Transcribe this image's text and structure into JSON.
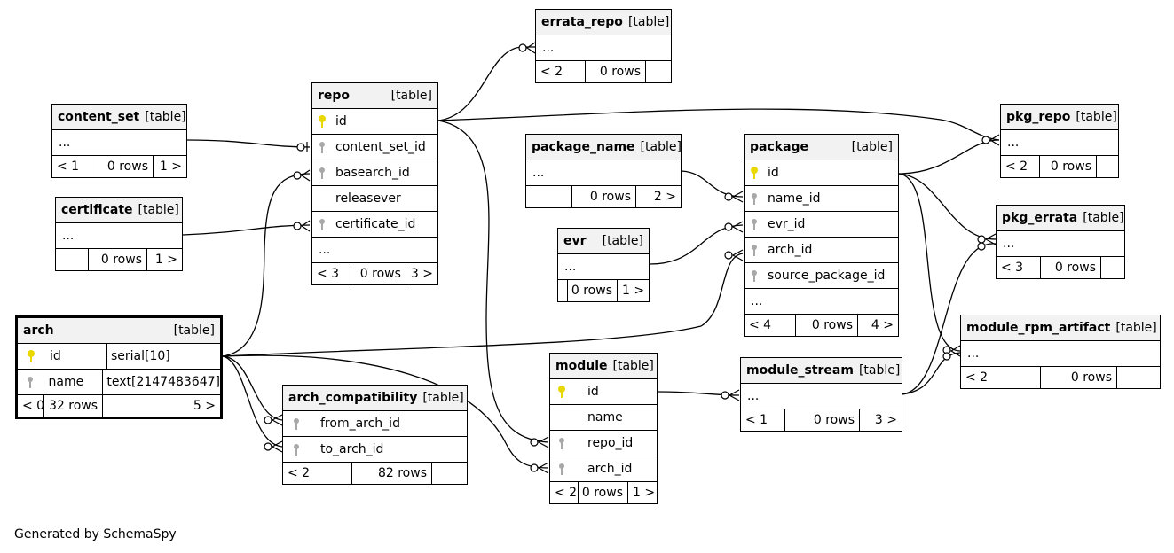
{
  "footer_note": "Generated by SchemaSpy",
  "type_label": "[table]",
  "tables": {
    "errata_repo": {
      "name": "errata_repo",
      "dots": "...",
      "prev": "< 2",
      "rows": "0 rows",
      "next": ""
    },
    "repo": {
      "name": "repo",
      "columns": [
        "id",
        "content_set_id",
        "basearch_id",
        "releasever",
        "certificate_id"
      ],
      "dots": "...",
      "prev": "< 3",
      "rows": "0 rows",
      "next": "3 >"
    },
    "content_set": {
      "name": "content_set",
      "dots": "...",
      "prev": "< 1",
      "rows": "0 rows",
      "next": "1 >"
    },
    "certificate": {
      "name": "certificate",
      "dots": "...",
      "prev": "",
      "rows": "0 rows",
      "next": "1 >"
    },
    "package_name": {
      "name": "package_name",
      "dots": "...",
      "prev": "",
      "rows": "0 rows",
      "next": "2 >"
    },
    "evr": {
      "name": "evr",
      "dots": "...",
      "prev": "",
      "rows": "0 rows",
      "next": "1 >"
    },
    "package": {
      "name": "package",
      "columns": [
        "id",
        "name_id",
        "evr_id",
        "arch_id",
        "source_package_id"
      ],
      "dots": "...",
      "prev": "< 4",
      "rows": "0 rows",
      "next": "4 >"
    },
    "pkg_repo": {
      "name": "pkg_repo",
      "dots": "...",
      "prev": "< 2",
      "rows": "0 rows",
      "next": ""
    },
    "pkg_errata": {
      "name": "pkg_errata",
      "dots": "...",
      "prev": "< 3",
      "rows": "0 rows",
      "next": ""
    },
    "module_rpm_artifact": {
      "name": "module_rpm_artifact",
      "dots": "...",
      "prev": "< 2",
      "rows": "0 rows",
      "next": ""
    },
    "arch": {
      "name": "arch",
      "columns": [
        {
          "name": "id",
          "type": "serial[10]"
        },
        {
          "name": "name",
          "type": "text[2147483647]"
        }
      ],
      "prev": "< 0",
      "rows": "32 rows",
      "next": "5 >"
    },
    "arch_compatibility": {
      "name": "arch_compatibility",
      "columns": [
        "from_arch_id",
        "to_arch_id"
      ],
      "prev": "< 2",
      "rows": "82 rows",
      "next": ""
    },
    "module": {
      "name": "module",
      "columns": [
        "id",
        "name",
        "repo_id",
        "arch_id"
      ],
      "prev": "< 2",
      "rows": "0 rows",
      "next": "1 >"
    },
    "module_stream": {
      "name": "module_stream",
      "dots": "...",
      "prev": "< 1",
      "rows": "0 rows",
      "next": "3 >"
    }
  },
  "key_colors": {
    "primary": "#e8d800",
    "foreign": "#a8a8a8"
  }
}
